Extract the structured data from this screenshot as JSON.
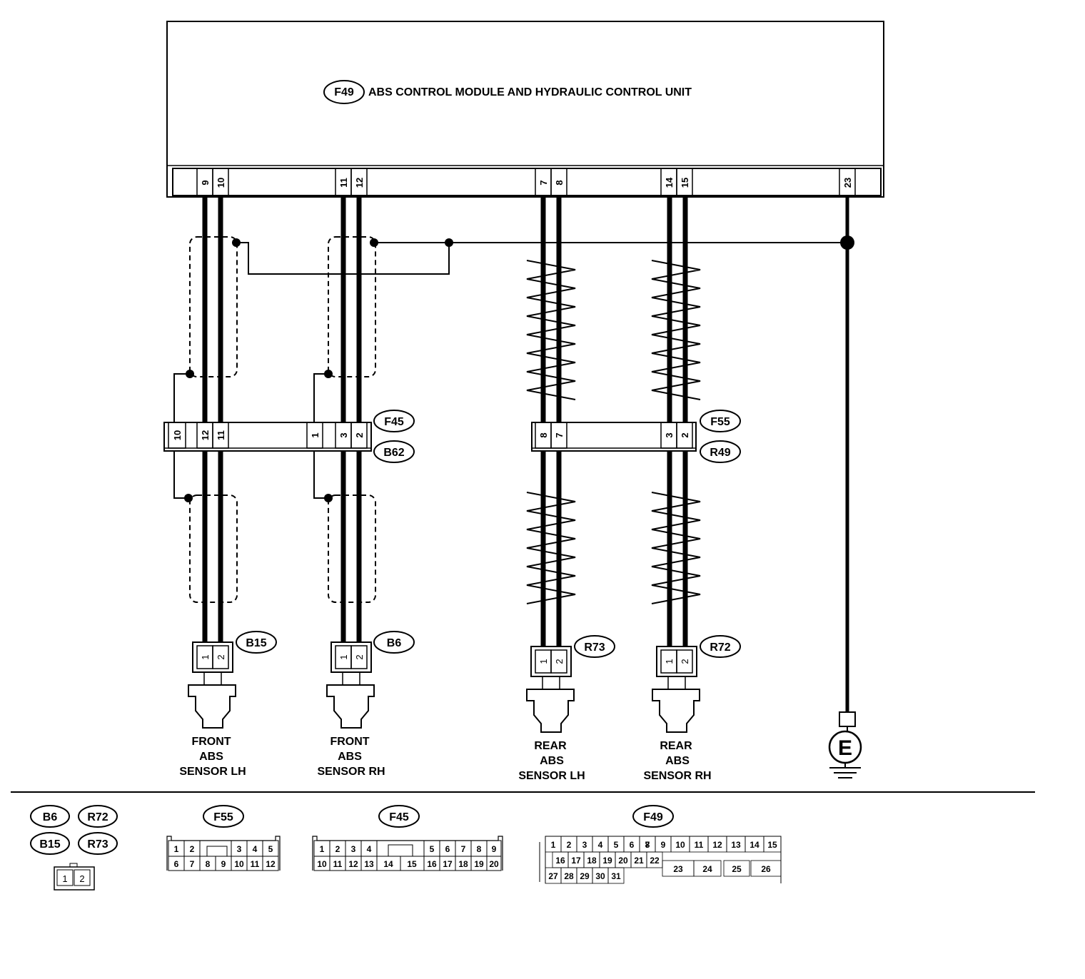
{
  "module": {
    "code": "F49",
    "title": "ABS CONTROL MODULE AND HYDRAULIC  CONTROL UNIT"
  },
  "module_pins": [
    "9",
    "10",
    "11",
    "12",
    "7",
    "8",
    "14",
    "15",
    "23"
  ],
  "joints": {
    "front": {
      "codes": [
        "F45",
        "B62"
      ],
      "pins": [
        "10",
        "12",
        "11",
        "1",
        "3",
        "2"
      ]
    },
    "rear": {
      "codes": [
        "F55",
        "R49"
      ],
      "pins": [
        "8",
        "7",
        "3",
        "2"
      ]
    }
  },
  "sensors": [
    {
      "code": "B15",
      "pins": [
        "1",
        "2"
      ],
      "label": [
        "FRONT",
        "ABS",
        "SENSOR LH"
      ]
    },
    {
      "code": "B6",
      "pins": [
        "1",
        "2"
      ],
      "label": [
        "FRONT",
        "ABS",
        "SENSOR RH"
      ]
    },
    {
      "code": "R73",
      "pins": [
        "1",
        "2"
      ],
      "label": [
        "REAR",
        "ABS",
        "SENSOR LH"
      ]
    },
    {
      "code": "R72",
      "pins": [
        "1",
        "2"
      ],
      "label": [
        "REAR",
        "ABS",
        "SENSOR RH"
      ]
    }
  ],
  "ground": {
    "label": "E"
  },
  "legend": {
    "sensor_codes": [
      "B6",
      "R72",
      "B15",
      "R73"
    ],
    "sensor_pins": [
      "1",
      "2"
    ],
    "f55": {
      "code": "F55",
      "row1": [
        "1",
        "2",
        "3",
        "4",
        "5"
      ],
      "row2": [
        "6",
        "7",
        "8",
        "9",
        "10",
        "11",
        "12"
      ]
    },
    "f45": {
      "code": "F45",
      "row1": [
        "1",
        "2",
        "3",
        "4",
        "5",
        "6",
        "7",
        "8",
        "9"
      ],
      "row2": [
        "10",
        "11",
        "12",
        "13",
        "14",
        "15",
        "16",
        "17",
        "18",
        "19",
        "20"
      ]
    },
    "f49": {
      "code": "F49",
      "row1": [
        "1",
        "2",
        "3",
        "4",
        "5",
        "6",
        "7",
        "8",
        "9",
        "10",
        "11",
        "12",
        "13",
        "14",
        "15"
      ],
      "row2": [
        "16",
        "17",
        "18",
        "19",
        "20",
        "21",
        "22"
      ],
      "row2b": [
        "23",
        "24",
        "25",
        "26"
      ],
      "row3": [
        "27",
        "28",
        "29",
        "30",
        "31"
      ]
    }
  }
}
